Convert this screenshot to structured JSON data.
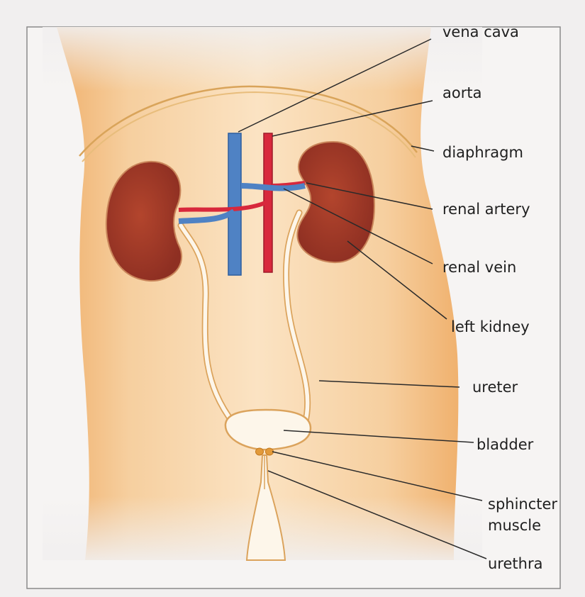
{
  "labels": {
    "vena_cava": "vena cava",
    "aorta": "aorta",
    "diaphragm": "diaphragm",
    "renal_artery": "renal artery",
    "renal_vein": "renal vein",
    "left_kidney": "left kidney",
    "ureter": "ureter",
    "bladder": "bladder",
    "sphincter_line1": "sphincter",
    "sphincter_line2": "muscle",
    "urethra": "urethra"
  },
  "colors": {
    "page_background": "#f1efef",
    "skin": "#f3c58c",
    "skin_light": "#fbe3c3",
    "kidney": "#a8432e",
    "kidney_outline": "#c9855a",
    "vein": "#4f82c4",
    "artery": "#d8283c",
    "urinary_tract": "#fdf6ea",
    "tract_outline": "#dba35c",
    "leader_line": "#2a2a2a"
  }
}
